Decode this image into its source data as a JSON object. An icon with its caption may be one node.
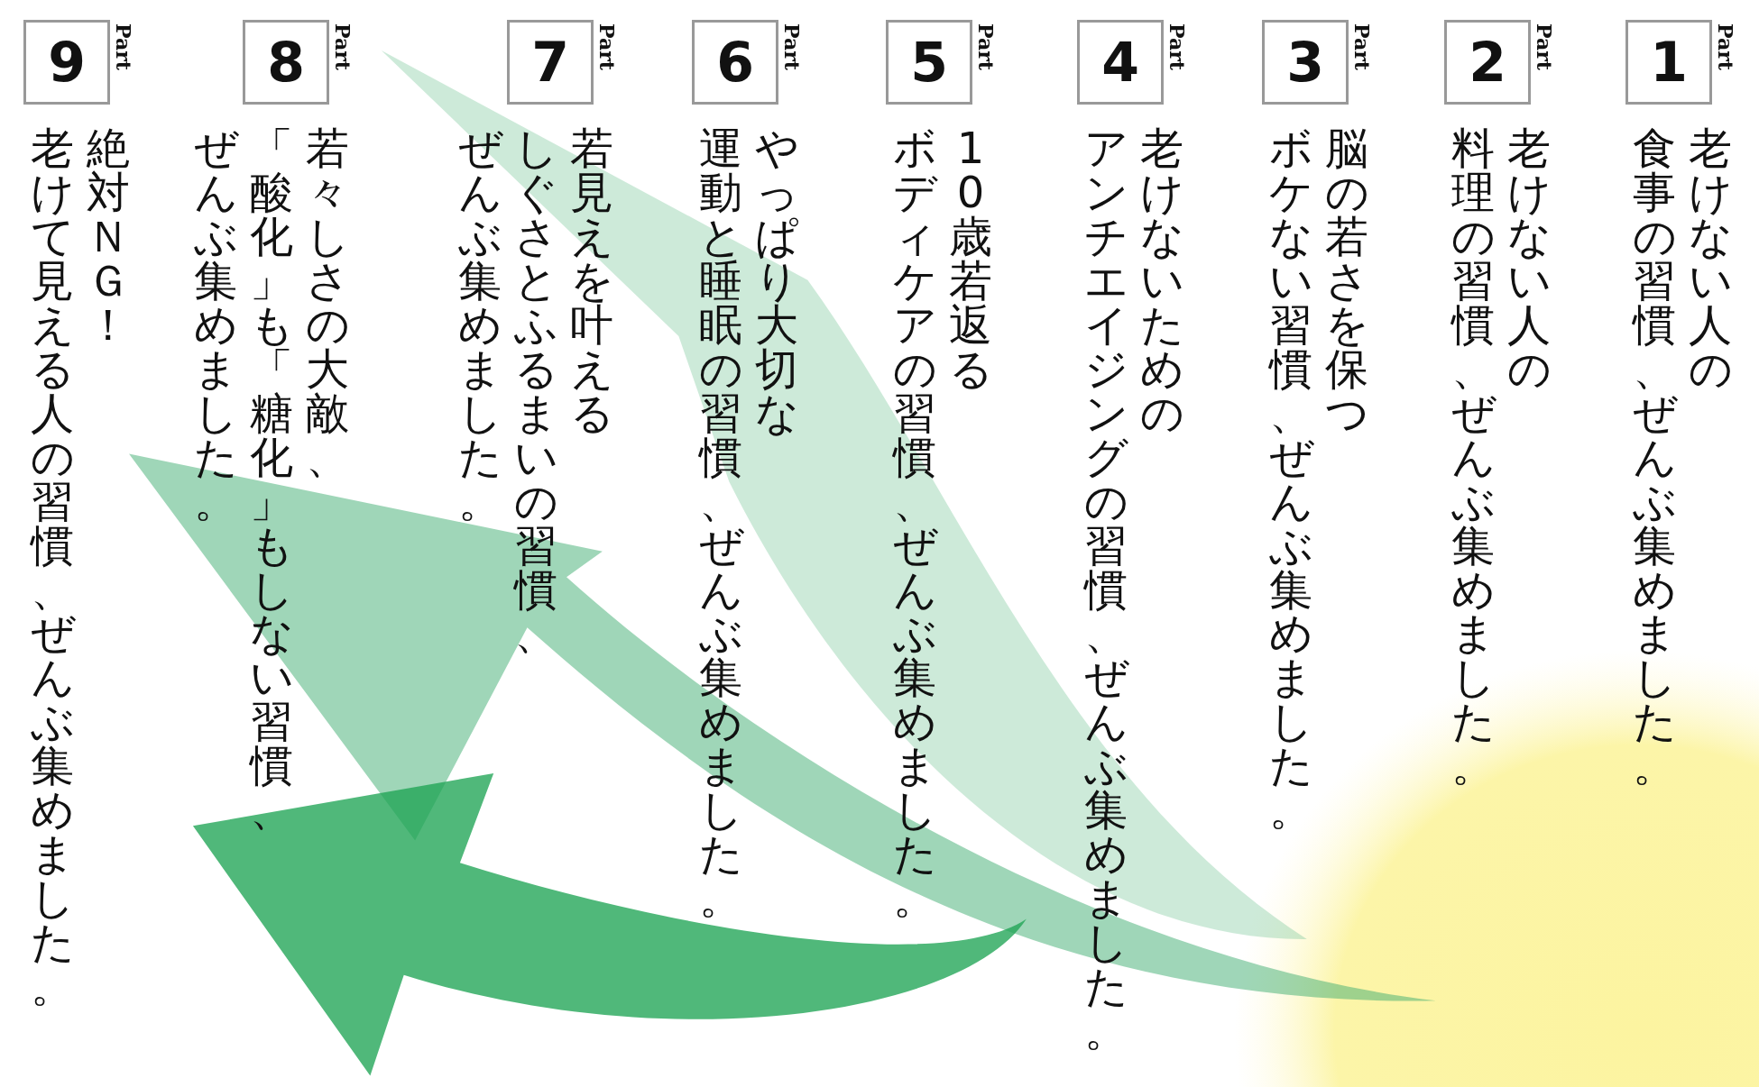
{
  "diagram": {
    "nodes": [
      {
        "text": [
          "1"
        ],
        "beside": [
          "Part"
        ]
      },
      {
        "text": [
          "2"
        ],
        "beside": [
          "Part"
        ]
      },
      {
        "text": [
          "3"
        ],
        "beside": [
          "Part"
        ]
      },
      {
        "text": [
          "4"
        ],
        "beside": [
          "Part"
        ]
      },
      {
        "text": [
          "5"
        ],
        "beside": [
          "Part"
        ]
      },
      {
        "text": [
          "6"
        ],
        "beside": [
          "Part"
        ]
      },
      {
        "text": [
          "7"
        ],
        "beside": [
          "Part"
        ]
      },
      {
        "text": [
          "8"
        ],
        "beside": [
          "Part"
        ]
      },
      {
        "text": [
          "9"
        ],
        "beside": [
          "Part"
        ]
      }
    ],
    "labels": [
      "老けない人の",
      "食事の習慣、ぜんぶ集めました。",
      "老けない人の",
      "料理の習慣、ぜんぶ集めました。",
      "脳の若さを保つ",
      "ボケない習慣、ぜんぶ集めました。",
      "老けないための",
      "アンチエイジングの習慣、ぜんぶ集めました。",
      "10歳若返る",
      "ボディケアの習慣、ぜんぶ集めました。",
      "やっぱり大切な",
      "運動と睡眠の習慣、ぜんぶ集めました。",
      "若見えを叶える",
      "しぐさとふるまいの習慣、",
      "ぜんぶ集めました。",
      "若々しさの大敵、",
      "「酸化」も「糖化」もしない習慣、",
      "ぜんぶ集めました。",
      "絶対ＮＧ！",
      "老けて見える人の習慣、ぜんぶ集めました。"
    ]
  }
}
